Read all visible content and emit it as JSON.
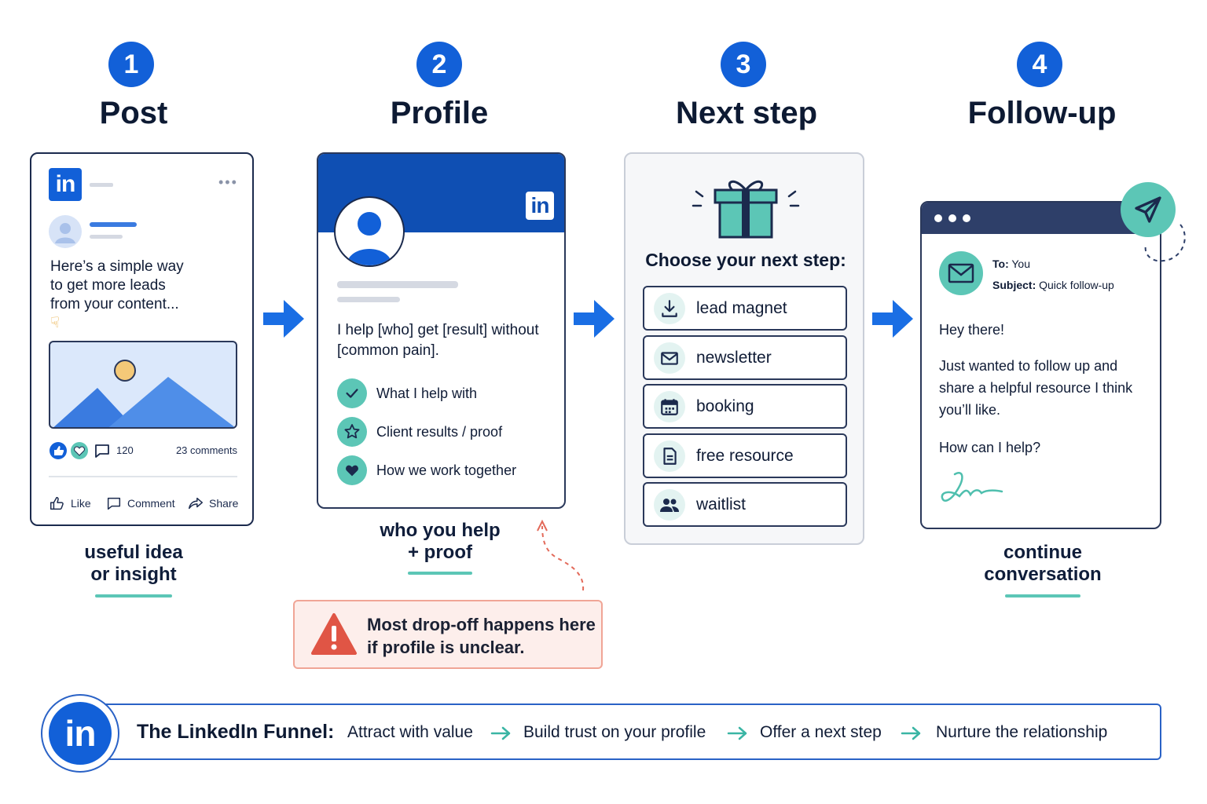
{
  "steps": [
    {
      "number": "1",
      "title": "Post"
    },
    {
      "number": "2",
      "title": "Profile"
    },
    {
      "number": "3",
      "title": "Next step"
    },
    {
      "number": "4",
      "title": "Follow-up"
    }
  ],
  "post_card": {
    "logo": "in",
    "text": "Here’s a simple way to get more leads from your content...",
    "reaction_count": "120",
    "comments": "23 comments",
    "actions": [
      "Like",
      "Comment",
      "Share"
    ],
    "caption_line1": "useful idea",
    "caption_line2": "or insight"
  },
  "profile_card": {
    "logo": "in",
    "headline": "I help [who] get [result] without [common pain].",
    "items": [
      "What I help with",
      "Client results / proof",
      "How we work together"
    ],
    "caption_line1": "who you help",
    "caption_line2": "+ proof"
  },
  "next_step_card": {
    "title": "Choose your next step:",
    "options": [
      "lead magnet",
      "newsletter",
      "booking",
      "free resource",
      "waitlist"
    ]
  },
  "followup_card": {
    "to_label": "To:",
    "to_value": "You",
    "subject_label": "Subject:",
    "subject_value": "Quick follow-up",
    "greeting": "Hey there!",
    "body": "Just wanted to follow up and share a helpful resource I think you’ll like.",
    "closing": "How can I help?",
    "caption_line1": "continue",
    "caption_line2": "conversation"
  },
  "dropoff": {
    "line1": "Most drop-off happens here",
    "line2": "if profile is unclear."
  },
  "footer": {
    "logo": "in",
    "title": "The LinkedIn Funnel:",
    "stages": [
      "Attract with value",
      "Build trust on your profile",
      "Offer a next step",
      "Nurture the relationship"
    ]
  },
  "colors": {
    "primary_blue": "#1260d8",
    "teal": "#5cc6b6",
    "dark_navy": "#1b2a4d",
    "warning_red": "#e05545"
  }
}
